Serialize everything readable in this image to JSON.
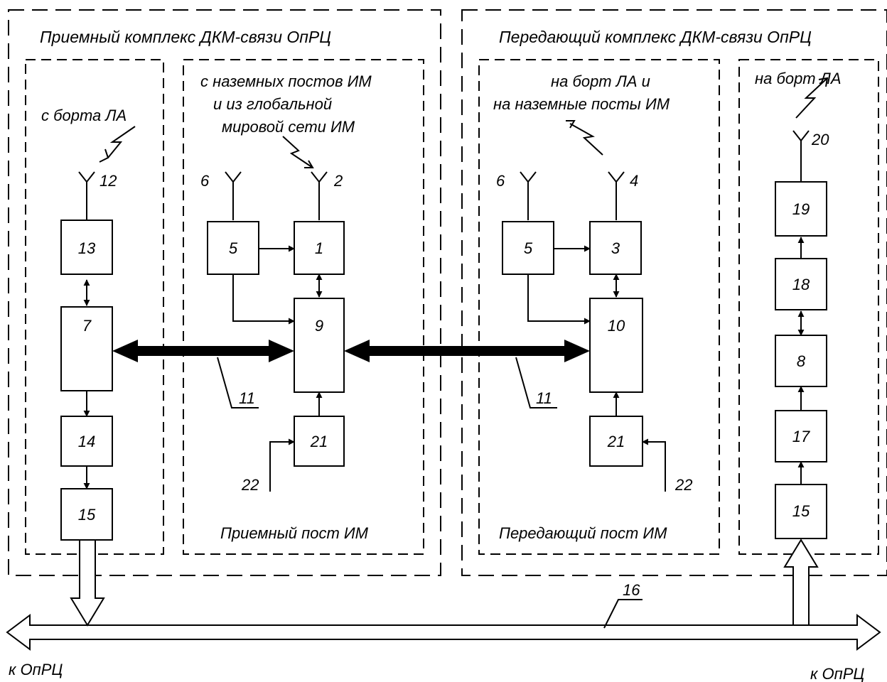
{
  "diagram": {
    "complex_rx_title": "Приемный комплекс ДКМ-связи ОпРЦ",
    "complex_tx_title": "Передающий комплекс ДКМ-связи ОпРЦ",
    "rx_post_title": "Приемный пост ИМ",
    "tx_post_title": "Передающий пост ИМ",
    "src_board": "с борта ЛА",
    "src_ground_line1": "с наземных постов ИМ",
    "src_ground_line2": "и из глобальной",
    "src_ground_line3": "мировой сети ИМ",
    "dst_line1": "на борт ЛА и",
    "dst_line2": "на наземные посты ИМ",
    "dst_board": "на борт ЛА",
    "bus_left_label": "к ОпРЦ",
    "bus_right_label": "к ОпРЦ",
    "blocks": {
      "b13": "13",
      "b7": "7",
      "b14": "14",
      "b15a": "15",
      "b5a": "5",
      "b1": "1",
      "b9": "9",
      "b21a": "21",
      "b5b": "5",
      "b3": "3",
      "b10": "10",
      "b21b": "21",
      "b19": "19",
      "b18": "18",
      "b8": "8",
      "b17": "17",
      "b15b": "15"
    },
    "refs": {
      "ant12": "12",
      "ant6a": "6",
      "ant2": "2",
      "ant6b": "6",
      "ant4": "4",
      "ant20": "20",
      "line11a": "11",
      "line11b": "11",
      "in22a": "22",
      "in22b": "22",
      "bus16": "16"
    }
  }
}
